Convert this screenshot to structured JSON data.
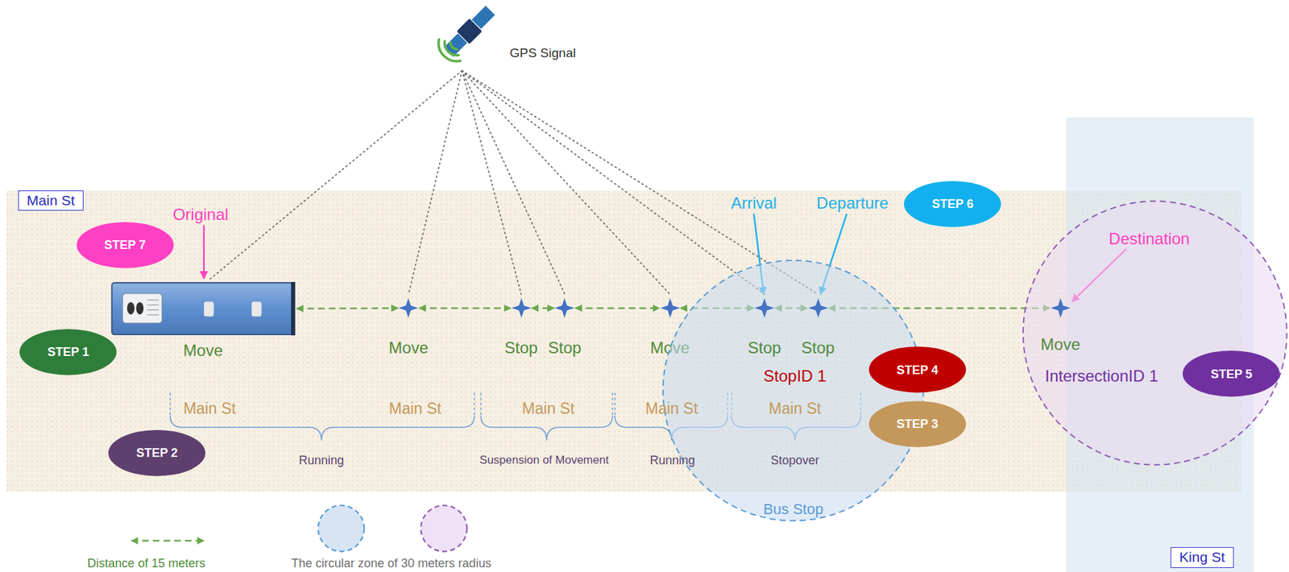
{
  "diagram": {
    "nodes": [
      {
        "text": [
          "Main St"
        ]
      },
      {
        "text": [
          "King St"
        ]
      },
      {
        "text": [
          "STEP 6"
        ]
      },
      {
        "text": [
          "STEP 7"
        ]
      },
      {
        "text": [
          "Move"
        ],
        "in": 0
      },
      {
        "text": [
          "Move"
        ],
        "in": 0
      },
      {
        "text": [
          "Stop"
        ],
        "in": 0
      },
      {
        "text": [
          "Stop"
        ],
        "in": 0
      },
      {
        "text": [
          "Move"
        ],
        "in": 0
      },
      {
        "text": [
          "StopID 1",
          "Bus Stop"
        ]
      },
      {
        "text": [
          "Stop"
        ],
        "in": 9
      },
      {
        "text": [
          "Stop"
        ],
        "in": 9
      },
      {
        "text": [
          "IntersectionID 1"
        ]
      },
      {
        "text": [
          "Move"
        ],
        "in": 12
      },
      {
        "text": [
          "STEP 1"
        ]
      },
      {
        "text": [
          "STEP 4"
        ]
      },
      {
        "text": [
          "STEP 5"
        ]
      },
      {
        "text": [
          "STEP 3"
        ]
      },
      {
        "text": [
          "STEP 2"
        ]
      }
    ],
    "edges": [
      {
        "from": 4,
        "to": 5,
        "arrow": "both"
      },
      {
        "from": 5,
        "to": 6,
        "arrow": "both"
      },
      {
        "from": 6,
        "to": 7,
        "arrow": "both"
      },
      {
        "from": 7,
        "to": 8,
        "arrow": "both"
      },
      {
        "from": 8,
        "to": 10,
        "arrow": "both"
      },
      {
        "from": 10,
        "to": 11,
        "arrow": "both"
      },
      {
        "from": 11,
        "to": 13,
        "arrow": "both"
      }
    ],
    "labels": [
      "GPS Signal",
      "Original",
      "Arrival",
      "Departure",
      "Destination",
      "Main St",
      "Main St",
      "Main St",
      "Main St",
      "Main St",
      "Running",
      "Suspension of Movement",
      "Running",
      "Stopover"
    ],
    "legend": [
      {
        "text": "Distance of 15 meters"
      },
      {
        "text": "The circular zone of 30 meters radius"
      }
    ]
  }
}
